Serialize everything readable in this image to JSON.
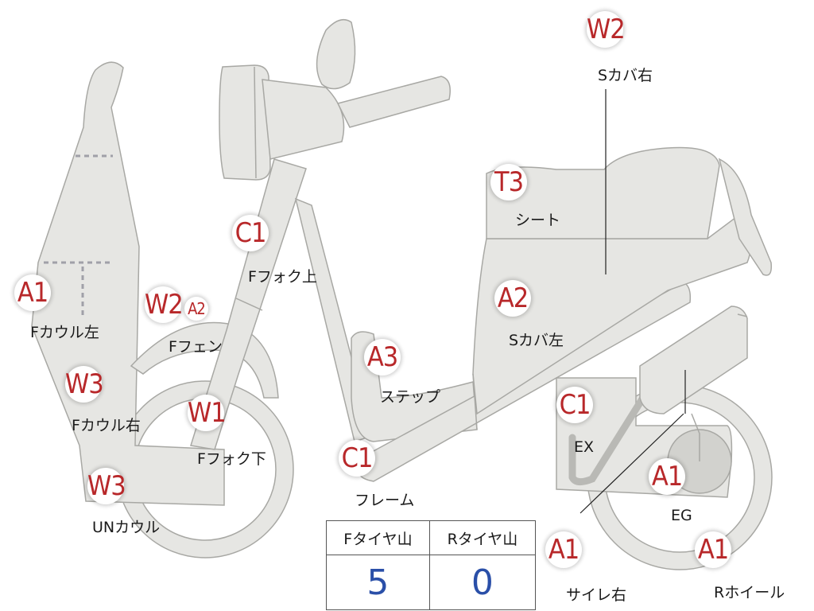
{
  "parts": [
    {
      "id": "w2-scover-right",
      "grade": "W2",
      "label": "Sカバ右"
    },
    {
      "id": "t3-seat",
      "grade": "T3",
      "label": "シート"
    },
    {
      "id": "c1-ffork-upper",
      "grade": "C1",
      "label": "Fフォク上"
    },
    {
      "id": "a1-fcowl-left",
      "grade": "A1",
      "label": "Fカウル左"
    },
    {
      "id": "w2-ffender",
      "grade": "W2",
      "label": "Fフェン",
      "extra_grade": "A2"
    },
    {
      "id": "a2-scover-left",
      "grade": "A2",
      "label": "Sカバ左"
    },
    {
      "id": "a3-step",
      "grade": "A3",
      "label": "ステップ"
    },
    {
      "id": "w3-fcowl-right",
      "grade": "W3",
      "label": "Fカウル右"
    },
    {
      "id": "w1-ffork-lower",
      "grade": "W1",
      "label": "Fフォク下"
    },
    {
      "id": "c1-ex",
      "grade": "C1",
      "label": "EX"
    },
    {
      "id": "c1-frame",
      "grade": "C1",
      "label": "フレーム"
    },
    {
      "id": "w3-un-cowl",
      "grade": "W3",
      "label": "UNカウル"
    },
    {
      "id": "a1-eg",
      "grade": "A1",
      "label": "EG"
    },
    {
      "id": "a1-muffler-right",
      "grade": "A1",
      "label": "サイレ右"
    },
    {
      "id": "a1-rwheel",
      "grade": "A1",
      "label": "Rホイール"
    }
  ],
  "tread_table": {
    "headers": [
      "Fタイヤ山",
      "Rタイヤ山"
    ],
    "values": [
      "5",
      "0"
    ]
  },
  "colors": {
    "grade_text": "#b8282a",
    "tread_value": "#2a4fa8",
    "part_fill": "#e6e6e3",
    "part_stroke": "#a8a8a4"
  }
}
